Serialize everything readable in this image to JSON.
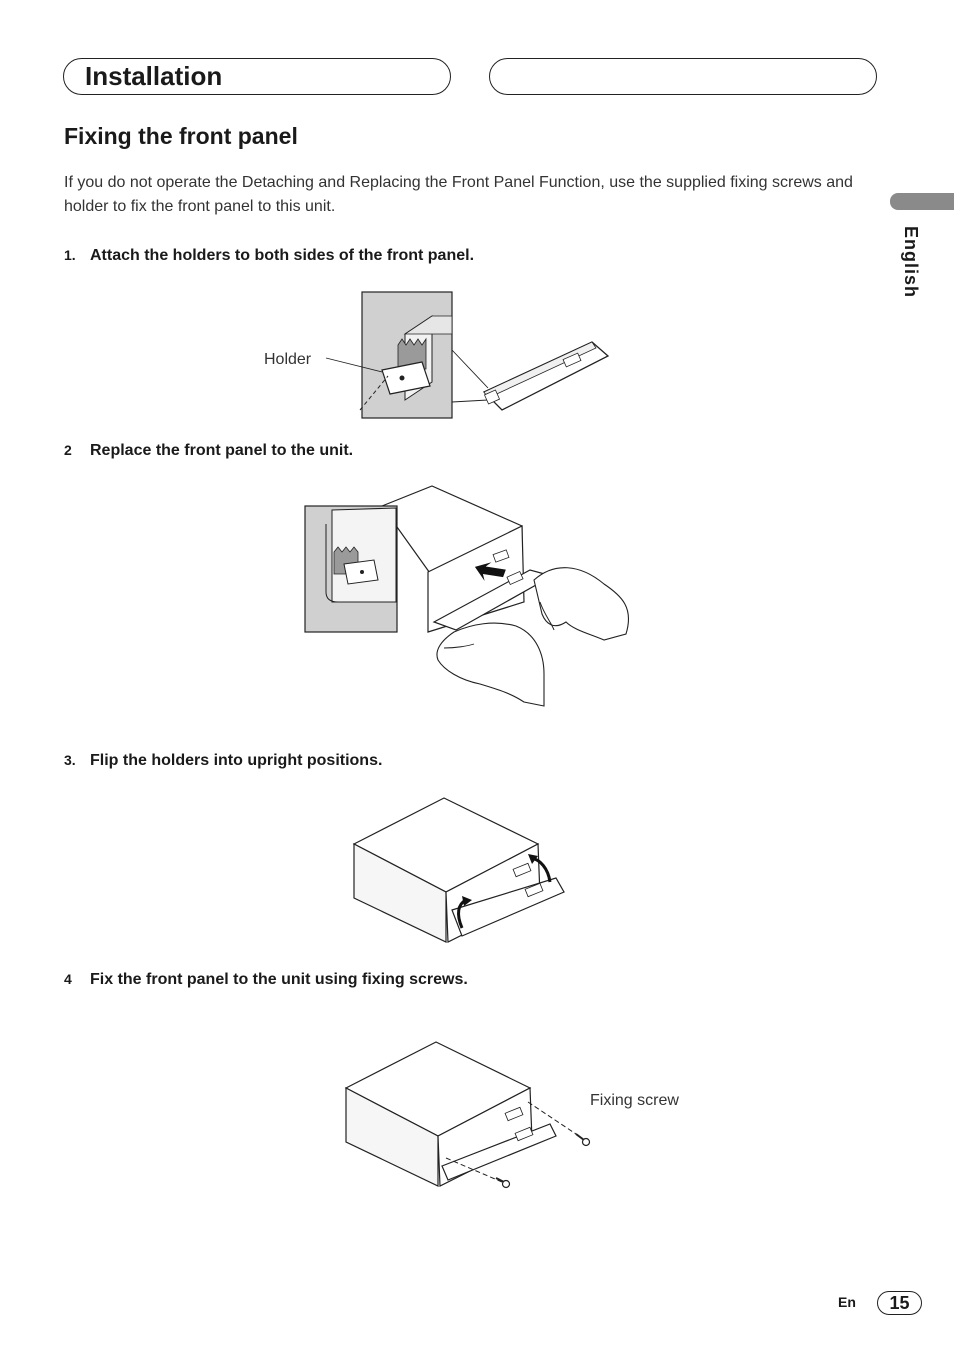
{
  "header": {
    "section_title": "Installation",
    "side_tab_label": "English"
  },
  "main": {
    "heading": "Fixing the front panel",
    "intro": "If you do not operate the Detaching and Replacing the Front Panel Function, use the supplied fixing screws and holder to fix the front panel to this unit.",
    "steps": [
      {
        "number": "1.",
        "text": "Attach the holders to both sides of the front panel."
      },
      {
        "number": "2",
        "text": "Replace the front panel to the unit."
      },
      {
        "number": "3.",
        "text": "Flip the holders into upright positions."
      },
      {
        "number": "4",
        "text": "Fix the front panel to the unit using fixing screws."
      }
    ],
    "figures": {
      "holder_label": "Holder",
      "screw_label": "Fixing screw"
    }
  },
  "footer": {
    "lang": "En",
    "page_number": "15"
  }
}
